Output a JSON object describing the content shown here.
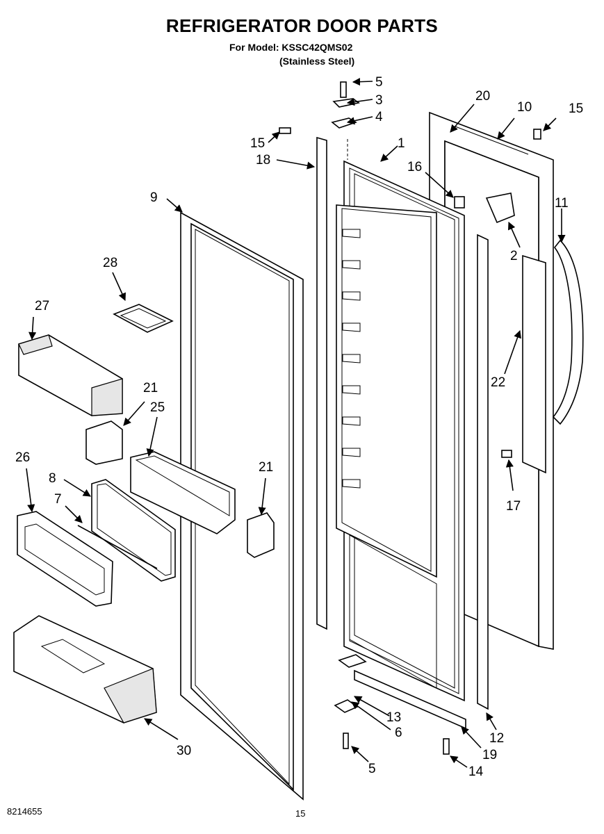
{
  "title": "REFRIGERATOR DOOR PARTS",
  "subtitle": "For Model: KSSC42QMS02",
  "subtitle2": "(Stainless Steel)",
  "footer": {
    "doc_number": "8214655",
    "page": "15"
  },
  "callouts": [
    {
      "id": "c5a",
      "text": "5"
    },
    {
      "id": "c3",
      "text": "3"
    },
    {
      "id": "c4",
      "text": "4"
    },
    {
      "id": "c20",
      "text": "20"
    },
    {
      "id": "c10",
      "text": "10"
    },
    {
      "id": "c15a",
      "text": "15"
    },
    {
      "id": "c15b",
      "text": "15"
    },
    {
      "id": "c18",
      "text": "18"
    },
    {
      "id": "c1",
      "text": "1"
    },
    {
      "id": "c16",
      "text": "16"
    },
    {
      "id": "c9",
      "text": "9"
    },
    {
      "id": "c11",
      "text": "11"
    },
    {
      "id": "c28",
      "text": "28"
    },
    {
      "id": "c2",
      "text": "2"
    },
    {
      "id": "c27",
      "text": "27"
    },
    {
      "id": "c22",
      "text": "22"
    },
    {
      "id": "c21a",
      "text": "21"
    },
    {
      "id": "c25",
      "text": "25"
    },
    {
      "id": "c26",
      "text": "26"
    },
    {
      "id": "c21b",
      "text": "21"
    },
    {
      "id": "c8",
      "text": "8"
    },
    {
      "id": "c7",
      "text": "7"
    },
    {
      "id": "c17",
      "text": "17"
    },
    {
      "id": "c13",
      "text": "13"
    },
    {
      "id": "c6",
      "text": "6"
    },
    {
      "id": "c12",
      "text": "12"
    },
    {
      "id": "c30",
      "text": "30"
    },
    {
      "id": "c19",
      "text": "19"
    },
    {
      "id": "c5b",
      "text": "5"
    },
    {
      "id": "c14",
      "text": "14"
    }
  ]
}
